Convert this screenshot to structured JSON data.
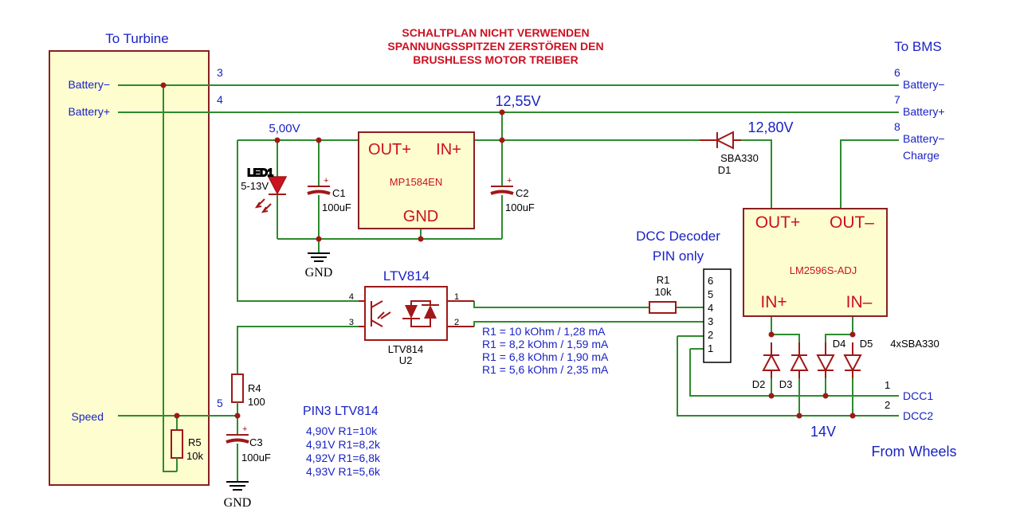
{
  "warning": [
    "SCHALTPLAN NICHT VERWENDEN",
    "SPANNUNGSSPITZEN ZERSTÖREN DEN",
    "BRUSHLESS MOTOR TREIBER"
  ],
  "turbine": {
    "title": "To Turbine",
    "pins": {
      "batt_minus": "Battery−",
      "batt_plus": "Battery+",
      "speed": "Speed"
    },
    "nums": {
      "n3": "3",
      "n4": "4",
      "n5": "5"
    }
  },
  "bms": {
    "title": "To BMS",
    "pins": {
      "batt_minus": "Battery−",
      "batt_plus": "Battery+",
      "charge1": "Battery−",
      "charge2": "Charge"
    },
    "nums": {
      "n6": "6",
      "n7": "7",
      "n8": "8"
    }
  },
  "voltages": {
    "v1255": "12,55V",
    "v1280": "12,80V",
    "v500": "5,00V",
    "v14": "14V"
  },
  "mp1584": {
    "name": "MP1584EN",
    "outp": "OUT+",
    "inp": "IN+",
    "gnd": "GND"
  },
  "lm2596": {
    "name": "LM2596S-ADJ",
    "outp": "OUT+",
    "outm": "OUT–",
    "inp": "IN+",
    "inm": "IN–"
  },
  "led1": {
    "ref": "LED1",
    "val": "5-13V"
  },
  "c1": {
    "ref": "C1",
    "val": "100uF"
  },
  "c2": {
    "ref": "C2",
    "val": "100uF"
  },
  "c3": {
    "ref": "C3",
    "val": "100uF"
  },
  "d1": {
    "ref": "D1",
    "val": "SBA330"
  },
  "r1": {
    "ref": "R1",
    "val": "10k"
  },
  "r4": {
    "ref": "R4",
    "val": "100"
  },
  "r5": {
    "ref": "R5",
    "val": "10k"
  },
  "gnd_label": "GND",
  "ltv": {
    "title": "LTV814",
    "name": "LTV814",
    "ref": "U2",
    "p1": "1",
    "p2": "2",
    "p3": "3",
    "p4": "4"
  },
  "dcc": {
    "title1": "DCC Decoder",
    "title2": "PIN only",
    "pins": [
      "6",
      "5",
      "4",
      "3",
      "2",
      "1"
    ]
  },
  "r1_table": [
    "R1 = 10 kOhm / 1,28 mA",
    "R1 = 8,2 kOhm / 1,59 mA",
    "R1 = 6,8 kOhm / 1,90 mA",
    "R1 = 5,6 kOhm / 2,35 mA"
  ],
  "pin3": {
    "title": "PIN3 LTV814",
    "rows": [
      "4,90V R1=10k",
      "4,91V R1=8,2k",
      "4,92V R1=6,8k",
      "4,93V R1=5,6k"
    ]
  },
  "bridge": {
    "d2": "D2",
    "d3": "D3",
    "d4": "D4",
    "d5": "D5",
    "type": "4xSBA330"
  },
  "wheels": {
    "title": "From Wheels",
    "dcc1": "DCC1",
    "dcc2": "DCC2",
    "n1": "1",
    "n2": "2"
  },
  "colors": {
    "label_blue": "#1a22c4",
    "title_red": "#cc1122",
    "wire_green": "#2e8b2e",
    "part_red": "#a01818",
    "box_fill": "#fdfdd0"
  }
}
